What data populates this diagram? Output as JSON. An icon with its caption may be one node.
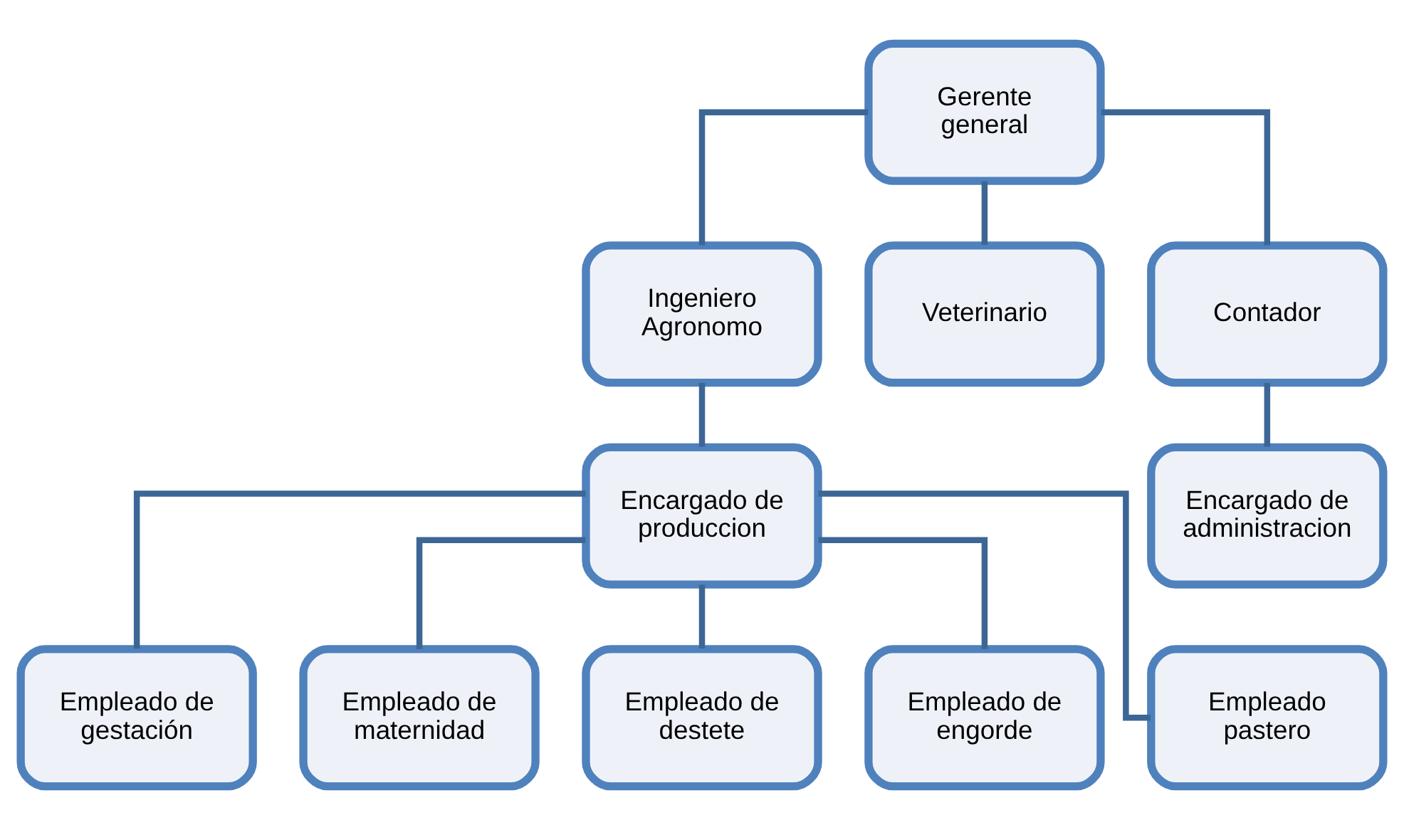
{
  "diagram": {
    "nodes": [
      {
        "text": [
          "Gerente general"
        ]
      },
      {
        "text": [
          "Ingeniero Agronomo"
        ]
      },
      {
        "text": [
          "Veterinario"
        ]
      },
      {
        "text": [
          "Contador"
        ]
      },
      {
        "text": [
          "Encargado de produccion"
        ]
      },
      {
        "text": [
          "Encargado de administracion"
        ]
      },
      {
        "text": [
          "Empleado de gestación"
        ]
      },
      {
        "text": [
          "Empleado de maternidad"
        ]
      },
      {
        "text": [
          "Empleado de destete"
        ]
      },
      {
        "text": [
          "Empleado de engorde"
        ]
      },
      {
        "text": [
          "Empleado pastero"
        ]
      }
    ],
    "edges": [
      {
        "from": 0,
        "to": 1,
        "arrow": "none"
      },
      {
        "from": 0,
        "to": 2,
        "arrow": "none"
      },
      {
        "from": 0,
        "to": 3,
        "arrow": "none"
      },
      {
        "from": 1,
        "to": 4,
        "arrow": "none"
      },
      {
        "from": 3,
        "to": 5,
        "arrow": "none"
      },
      {
        "from": 4,
        "to": 6,
        "arrow": "none"
      },
      {
        "from": 4,
        "to": 7,
        "arrow": "none"
      },
      {
        "from": 4,
        "to": 8,
        "arrow": "none"
      },
      {
        "from": 4,
        "to": 9,
        "arrow": "none"
      },
      {
        "from": 4,
        "to": 10,
        "arrow": "none"
      }
    ]
  }
}
